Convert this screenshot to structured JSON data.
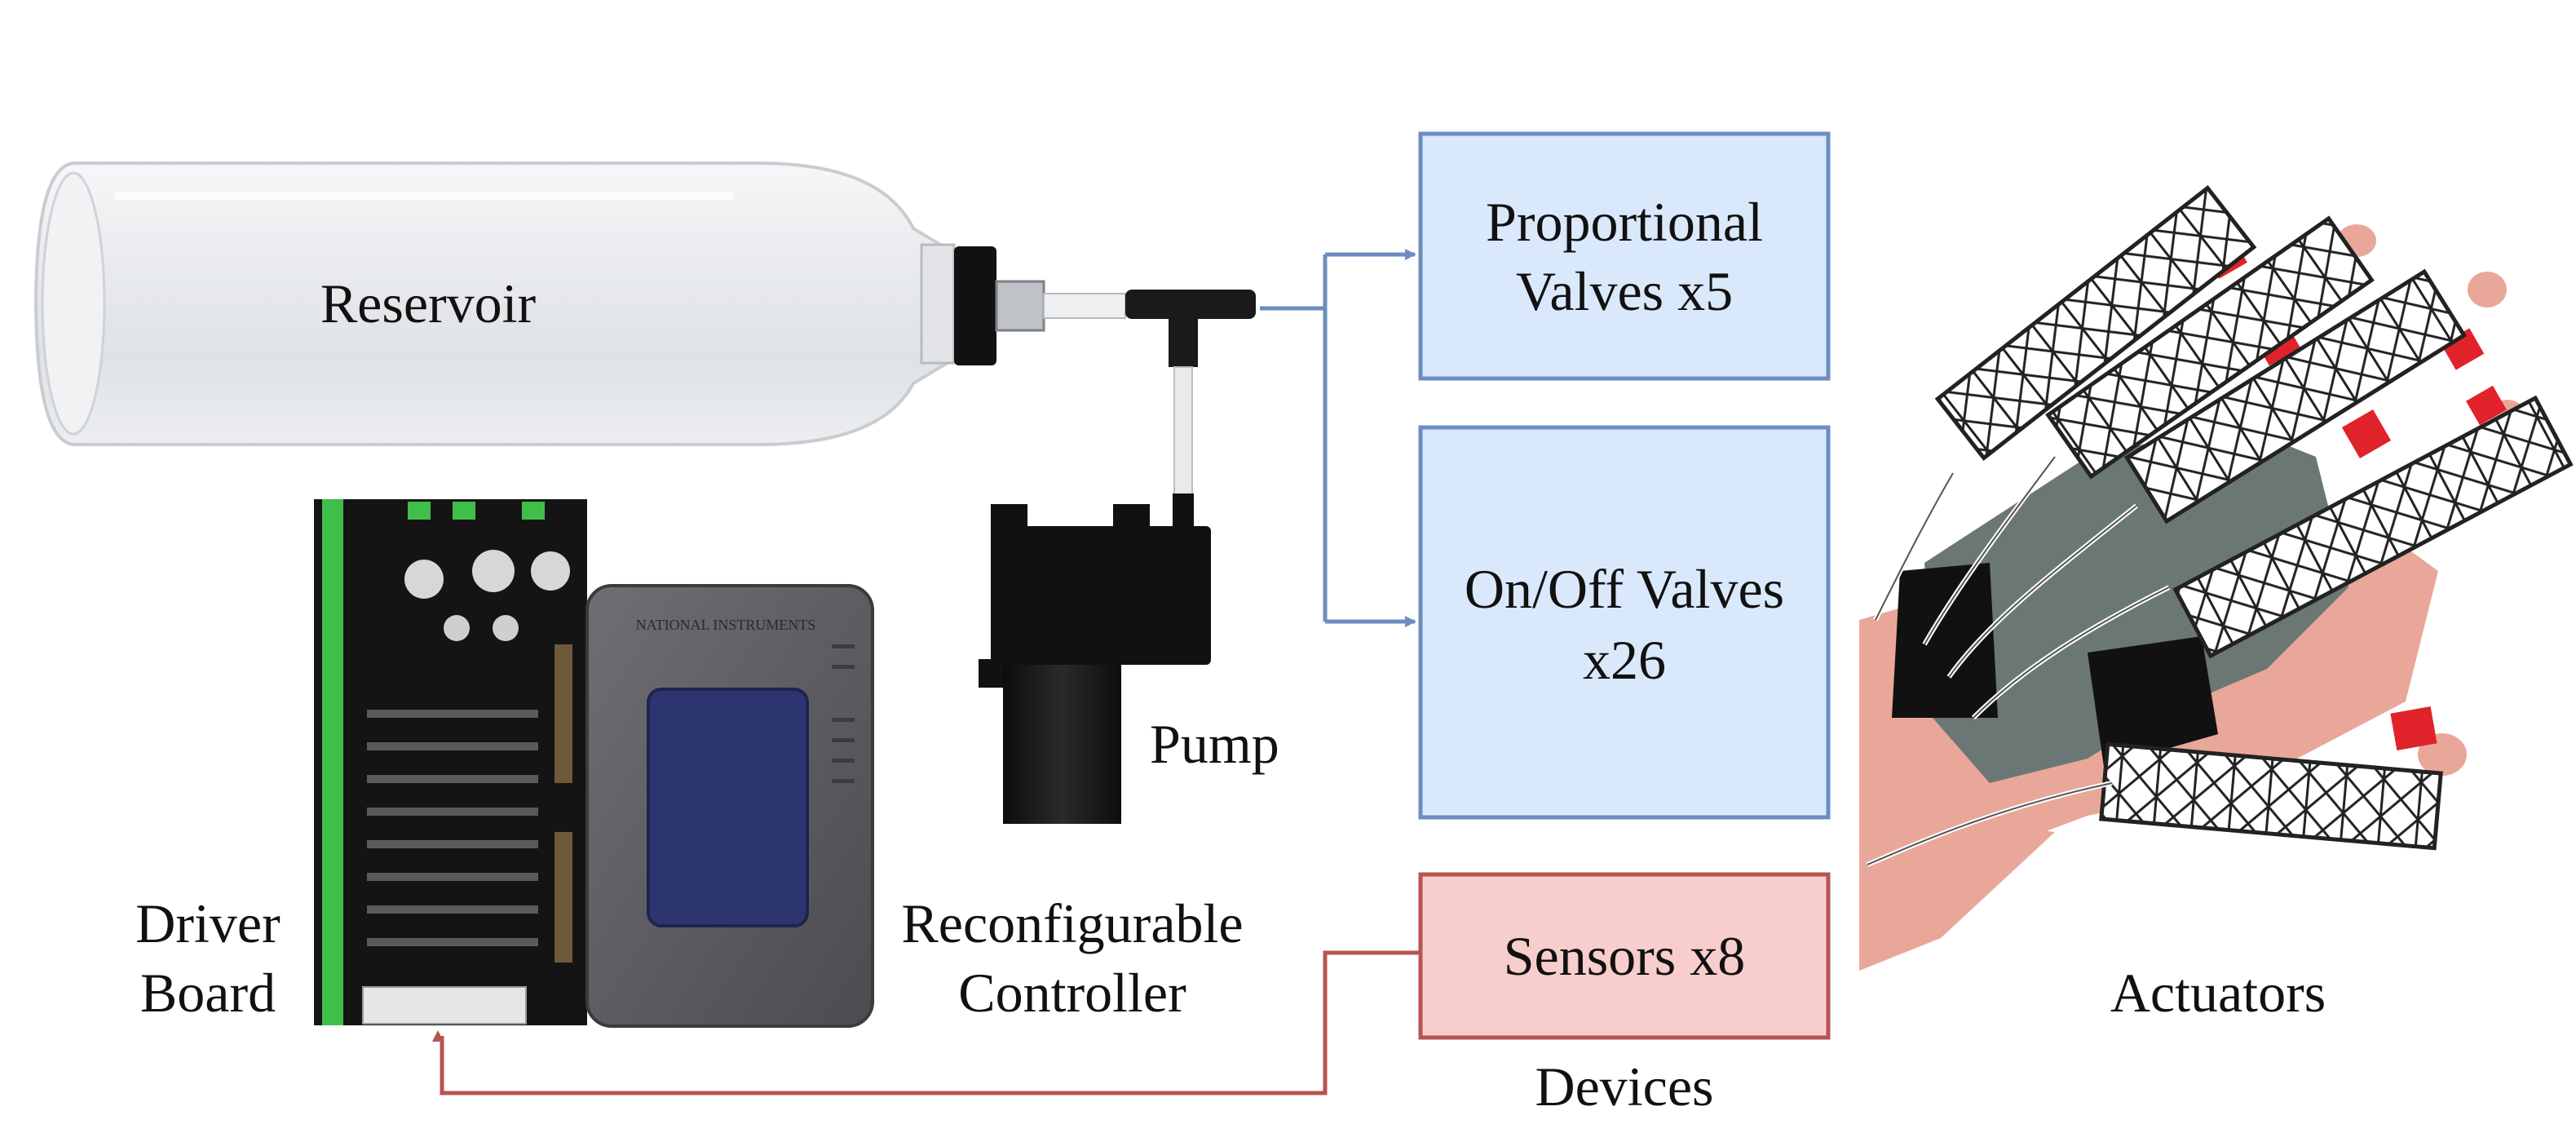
{
  "labels": {
    "reservoir": "Reservoir",
    "pump": "Pump",
    "driver_board_line1": "Driver",
    "driver_board_line2": "Board",
    "controller_line1": "Reconfigurable",
    "controller_line2": "Controller",
    "devices": "Devices",
    "actuators": "Actuators"
  },
  "boxes": {
    "proportional_line1": "Proportional",
    "proportional_line2": "Valves x5",
    "onoff_line1": "On/Off Valves",
    "onoff_line2": "x26",
    "sensors": "Sensors x8"
  },
  "colors": {
    "valve_box_fill": "#dae8fc",
    "valve_box_stroke": "#6c8ebf",
    "sensor_box_fill": "#f8cecc",
    "sensor_box_stroke": "#b85450"
  },
  "icons": [
    "reservoir-bottle-icon",
    "pump-icon",
    "driver-board-icon",
    "controller-icon",
    "glove-actuators-icon"
  ]
}
